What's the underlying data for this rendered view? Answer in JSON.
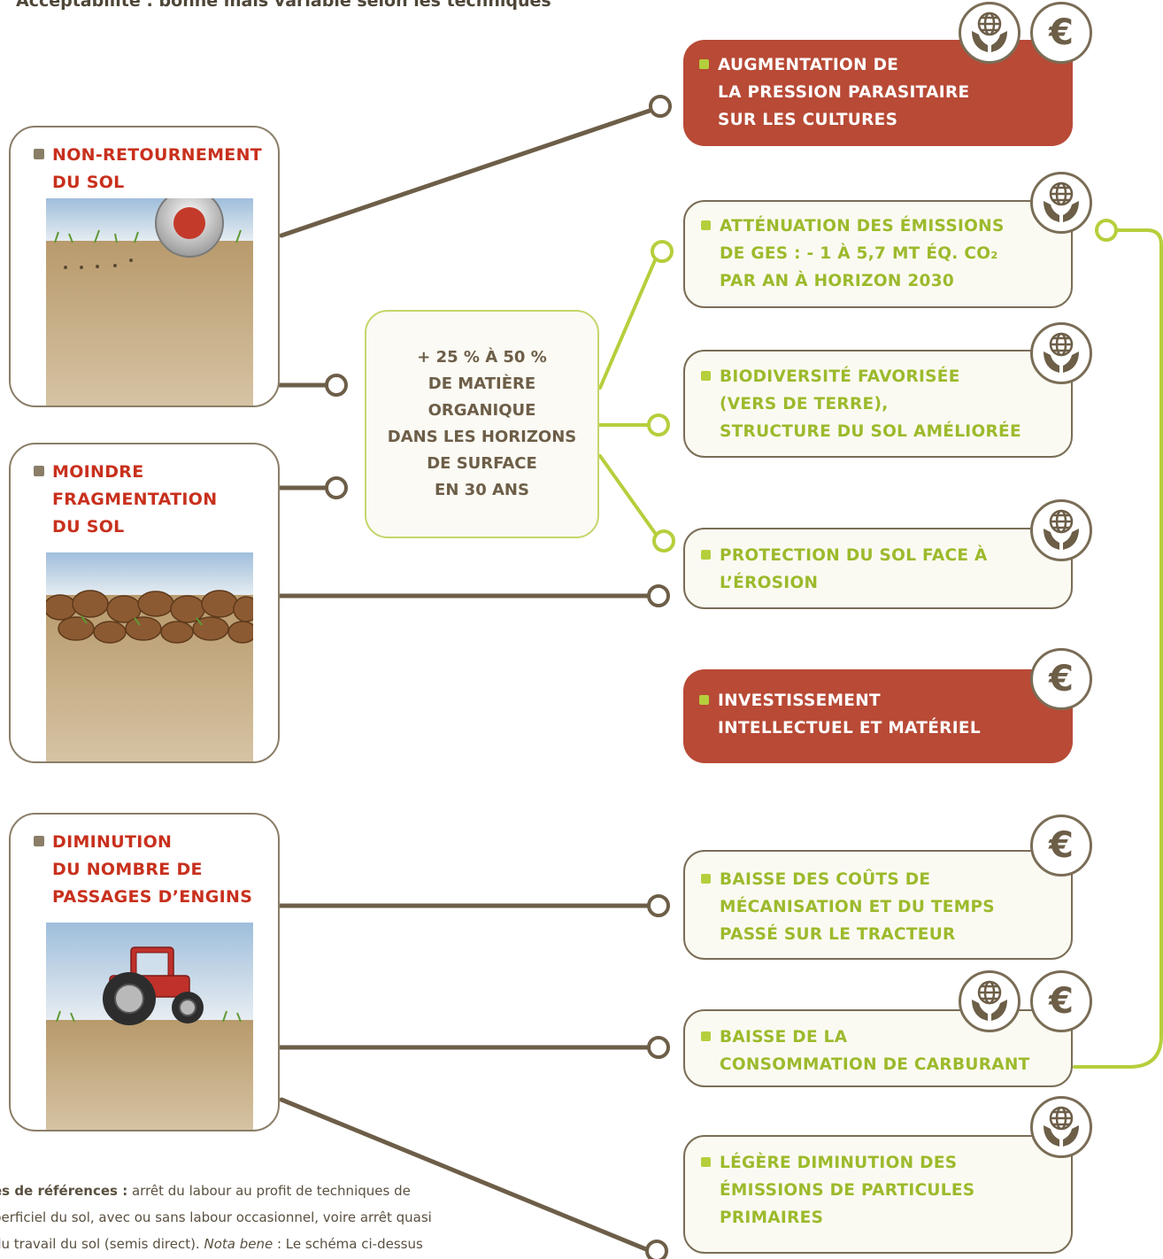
{
  "header": {
    "text": "Acceptabilité : bonne mais variable selon les techniques"
  },
  "left_boxes": [
    {
      "lines": [
        "NON-RETOURNEMENT",
        "DU SOL"
      ]
    },
    {
      "lines": [
        "MOINDRE",
        "FRAGMENTATION",
        "DU SOL"
      ]
    },
    {
      "lines": [
        "DIMINUTION",
        "DU NOMBRE DE",
        "PASSAGES D’ENGINS"
      ]
    }
  ],
  "center": {
    "lines": [
      "+ 25 % À 50 %",
      "DE MATIÈRE",
      "ORGANIQUE",
      "DANS LES HORIZONS",
      "DE SURFACE",
      "EN 30 ANS"
    ]
  },
  "right_boxes": [
    {
      "lines": [
        "AUGMENTATION DE",
        "LA PRESSION PARASITAIRE",
        "SUR LES CULTURES"
      ],
      "tone": "negative",
      "icons": [
        "environment-icon",
        "euro-icon"
      ]
    },
    {
      "lines": [
        "ATTÉNUATION DES ÉMISSIONS",
        "DE GES : - 1 À 5,7 MT ÉQ. CO₂",
        "PAR AN À HORIZON 2030"
      ],
      "tone": "neutral",
      "icons": [
        "environment-icon"
      ]
    },
    {
      "lines": [
        "BIODIVERSITÉ FAVORISÉE",
        "(VERS DE TERRE),",
        "STRUCTURE DU SOL AMÉLIORÉE"
      ],
      "tone": "neutral",
      "icons": [
        "environment-icon"
      ]
    },
    {
      "lines": [
        "PROTECTION DU SOL FACE À",
        "L’ÉROSION"
      ],
      "tone": "neutral",
      "icons": [
        "environment-icon"
      ]
    },
    {
      "lines": [
        "INVESTISSEMENT",
        "INTELLECTUEL ET MATÉRIEL"
      ],
      "tone": "negative",
      "icons": [
        "euro-icon"
      ]
    },
    {
      "lines": [
        "BAISSE DES COÛTS DE",
        "MÉCANISATION ET DU TEMPS",
        "PASSÉ SUR LE TRACTEUR"
      ],
      "tone": "neutral",
      "icons": [
        "euro-icon"
      ]
    },
    {
      "lines": [
        "BAISSE DE LA",
        "CONSOMMATION DE CARBURANT"
      ],
      "tone": "neutral",
      "icons": [
        "environment-icon",
        "euro-icon"
      ]
    },
    {
      "lines": [
        "LÉGÈRE DIMINUTION DES",
        "ÉMISSIONS DE PARTICULES",
        "PRIMAIRES"
      ],
      "tone": "neutral",
      "icons": [
        "environment-icon"
      ]
    }
  ],
  "icons": {
    "euro_symbol": "€"
  },
  "footnote": {
    "bold": "es de références :",
    "line1": " arrêt du labour au profit de techniques de",
    "line2": "perficiel du sol, avec ou sans labour occasionnel, voire arrêt quasi",
    "line3_a": "du travail du sol (semis direct). ",
    "line3_italic": "Nota bene",
    "line3_b": " : Le schéma ci-dessus"
  },
  "colors": {
    "negative_fill": "#b84a36",
    "neutral_fill": "#fbfaf2",
    "accent_green": "#b5cf3c",
    "heading_red": "#c8301d",
    "line_brown": "#6d5e48"
  }
}
